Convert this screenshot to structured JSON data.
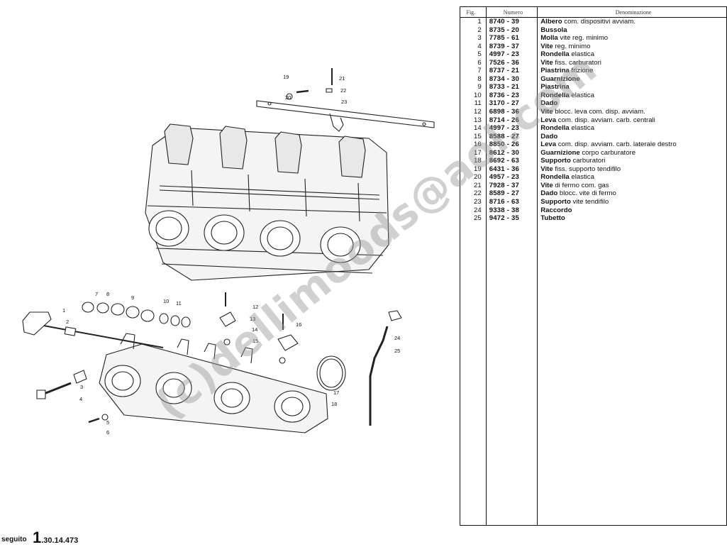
{
  "table": {
    "headers": {
      "fig": "Fig.",
      "numero": "Numero",
      "denominazione": "Denominazione"
    },
    "rows": [
      {
        "fig": "1",
        "numero": "8740  -  39",
        "bold": "Albero",
        "rest": " com. dispositivi avviam."
      },
      {
        "fig": "2",
        "numero": "8735  -  20",
        "bold": "Bussola",
        "rest": ""
      },
      {
        "fig": "3",
        "numero": "7785  -  61",
        "bold": "Molla",
        "rest": " vite reg. minimo"
      },
      {
        "fig": "4",
        "numero": "8739  -  37",
        "bold": "Vite",
        "rest": " reg. minimo"
      },
      {
        "fig": "5",
        "numero": "4997  -  23",
        "bold": "Rondella",
        "rest": " elastica"
      },
      {
        "fig": "6",
        "numero": "7526  -  36",
        "bold": "Vite",
        "rest": " fiss. carburatori"
      },
      {
        "fig": "7",
        "numero": "8737  -  21",
        "bold": "Piastrina",
        "rest": " frizione"
      },
      {
        "fig": "8",
        "numero": "8734  -  30",
        "bold": "Guarnizione",
        "rest": ""
      },
      {
        "fig": "9",
        "numero": "8733  -  21",
        "bold": "Piastrina",
        "rest": ""
      },
      {
        "fig": "10",
        "numero": "8736  -  23",
        "bold": "Rondella",
        "rest": " elastica"
      },
      {
        "fig": "11",
        "numero": "3170  -  27",
        "bold": "Dado",
        "rest": ""
      },
      {
        "fig": "12",
        "numero": "6898  -  36",
        "bold": "Vite",
        "rest": " blocc. leva com. disp. avviam."
      },
      {
        "fig": "13",
        "numero": "8714  -  26",
        "bold": "Leva",
        "rest": " com. disp. avviam. carb. centrali"
      },
      {
        "fig": "14",
        "numero": "4997  -  23",
        "bold": "Rondella",
        "rest": " elastica"
      },
      {
        "fig": "15",
        "numero": "8588  -  27",
        "bold": "Dado",
        "rest": ""
      },
      {
        "fig": "16",
        "numero": "8850  -  26",
        "bold": "Leva",
        "rest": " com. disp. avviam. carb. laterale destro"
      },
      {
        "fig": "17",
        "numero": "8612  -  30",
        "bold": "Guarnizione",
        "rest": " corpo carburatore"
      },
      {
        "fig": "18",
        "numero": "8692  -  63",
        "bold": "Supporto",
        "rest": " carburatori"
      },
      {
        "fig": "19",
        "numero": "6431  -  36",
        "bold": "Vite",
        "rest": " fiss. supporto tendifilo"
      },
      {
        "fig": "20",
        "numero": "4957  -  23",
        "bold": "Rondella",
        "rest": " elastica"
      },
      {
        "fig": "21",
        "numero": "7928  -  37",
        "bold": "Vite",
        "rest": " di fermo com. gas"
      },
      {
        "fig": "22",
        "numero": "8589  -  27",
        "bold": "Dado",
        "rest": " blocc. vite di fermo"
      },
      {
        "fig": "23",
        "numero": "8716  -  63",
        "bold": "Supporto",
        "rest": " vite tendifilo"
      },
      {
        "fig": "24",
        "numero": "9338  -  38",
        "bold": "Raccordo",
        "rest": ""
      },
      {
        "fig": "25",
        "numero": "9472  -  35",
        "bold": "Tubetto",
        "rest": ""
      }
    ]
  },
  "footer": {
    "seguito": "seguito",
    "code_big": "1",
    "code_rest": ".30.14.473"
  },
  "watermark": "(c)dellimoods@aol.com",
  "callouts": [
    "1",
    "2",
    "3",
    "4",
    "5",
    "6",
    "7",
    "8",
    "9",
    "10",
    "11",
    "12",
    "13",
    "14",
    "15",
    "16",
    "17",
    "18",
    "19",
    "20",
    "21",
    "22",
    "23",
    "24",
    "25"
  ]
}
